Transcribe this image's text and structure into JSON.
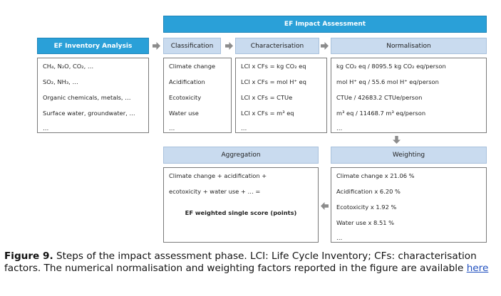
{
  "impact_assessment": {
    "title": "EF Impact Assessment"
  },
  "inventory": {
    "title": "EF Inventory Analysis",
    "items": [
      "CH₄, N₂O, CO₂, …",
      "SO₂, NH₃, …",
      "Organic chemicals, metals, …",
      "Surface water, groundwater, …",
      "…"
    ]
  },
  "classification": {
    "title": "Classification",
    "items": [
      "Climate change",
      "Acidification",
      "Ecotoxicity",
      "Water use",
      "…"
    ]
  },
  "characterisation": {
    "title": "Characterisation",
    "items": [
      "LCI x CFs = kg CO₂ eq",
      "LCI x CFs = mol H⁺ eq",
      "LCI x CFs = CTUe",
      "LCI x CFs = m³ eq",
      "…"
    ]
  },
  "normalisation": {
    "title": "Normalisation",
    "items": [
      "kg CO₂ eq / 8095.5 kg CO₂ eq/person",
      "mol H⁺ eq / 55.6 mol H⁺ eq/person",
      "CTUe / 42683.2 CTUe/person",
      "m³ eq / 11468.7 m³ eq/person",
      "…"
    ]
  },
  "weighting": {
    "title": "Weighting",
    "items": [
      "Climate change x 21.06 %",
      "Acidification x 6.20 %",
      "Ecotoxicity x 1.92 %",
      "Water use x 8.51 %",
      "…"
    ]
  },
  "aggregation": {
    "title": "Aggregation",
    "line1": "Climate change + acidification +",
    "line2": "ecotoxicity + water use + … =",
    "result": "EF weighted single score (points)"
  },
  "caption": {
    "label": "Figure 9.",
    "text": " Steps of the impact assessment phase. LCI: Life Cycle Inventory; CFs: characterisation factors. The numerical normalisation and weighting factors reported in the figure are available ",
    "link": "here"
  }
}
